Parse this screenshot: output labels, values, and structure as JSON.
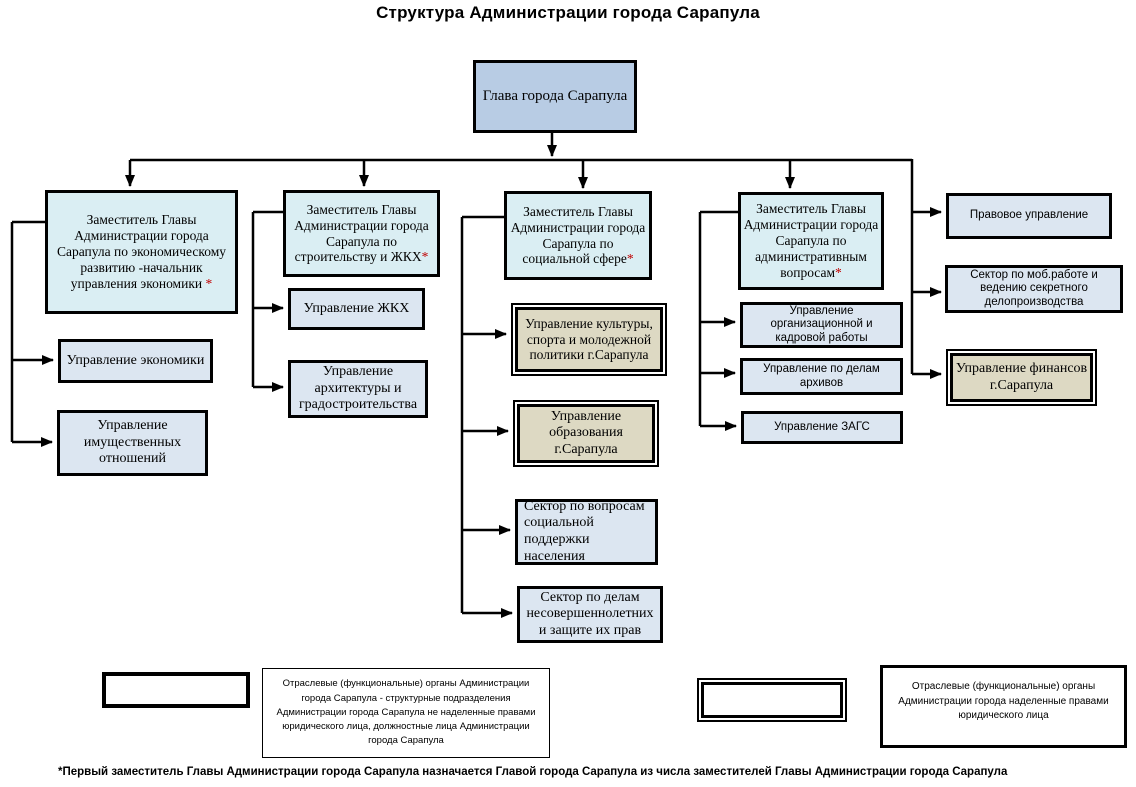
{
  "title": "Структура Администрации города Сарапула",
  "colors": {
    "head_fill": "#b8cce4",
    "deputy_fill": "#daeef3",
    "unit_fill": "#dce6f1",
    "juridical_fill": "#ddd9c3",
    "line": "#000000",
    "asterisk": "#c00000"
  },
  "org": {
    "head": "Глава города Сарапула",
    "deputies": [
      {
        "title": "Заместитель Главы Администрации города Сарапула по экономическому развитию -начальник управления экономики ",
        "star": "*"
      },
      {
        "title": "Заместитель Главы Администрации города Сарапула по строительству и ЖКХ",
        "star": "*"
      },
      {
        "title": "Заместитель Главы Администрации города Сарапула по социальной сфере",
        "star": "*"
      },
      {
        "title": "Заместитель Главы Администрации города Сарапула по административным вопросам",
        "star": "*"
      }
    ],
    "units": {
      "economics": "Управление экономики",
      "property": "Управление имущественных отношений",
      "housing": "Управление ЖКХ",
      "architecture": "Управление архитектуры и градостроительства",
      "culture": "Управление культуры, спорта  и молодежной политики г.Сарапула",
      "education": "Управление образования г.Сарапула",
      "social_support": "Сектор по вопросам социальной поддержки населения",
      "minors": "Сектор по делам несовершеннолетних и защите их прав",
      "org_personnel": "Управление организационной и кадровой работы",
      "archives": "Управление по делам архивов",
      "zags": "Управление ЗАГС",
      "legal": "Правовое управление",
      "mob_sector": "Сектор по моб.работе и ведению секретного делопроизводства",
      "finance": "Управление финансов г.Сарапула"
    }
  },
  "legend": {
    "structural_text": "Отраслевые (функциональные) органы Администрации города Сарапула - структурные подразделения Администрации города Сарапула не наделенные правами юридического лица, должностные лица Администрации города Сарапула",
    "juridical_text": "Отраслевые (функциональные) органы Администрации города наделенные правами юридического лица"
  },
  "footnote": "*Первый заместитель Главы Администрации города Сарапула назначается Главой города Сарапула из числа заместителей Главы Администрации города Сарапула"
}
